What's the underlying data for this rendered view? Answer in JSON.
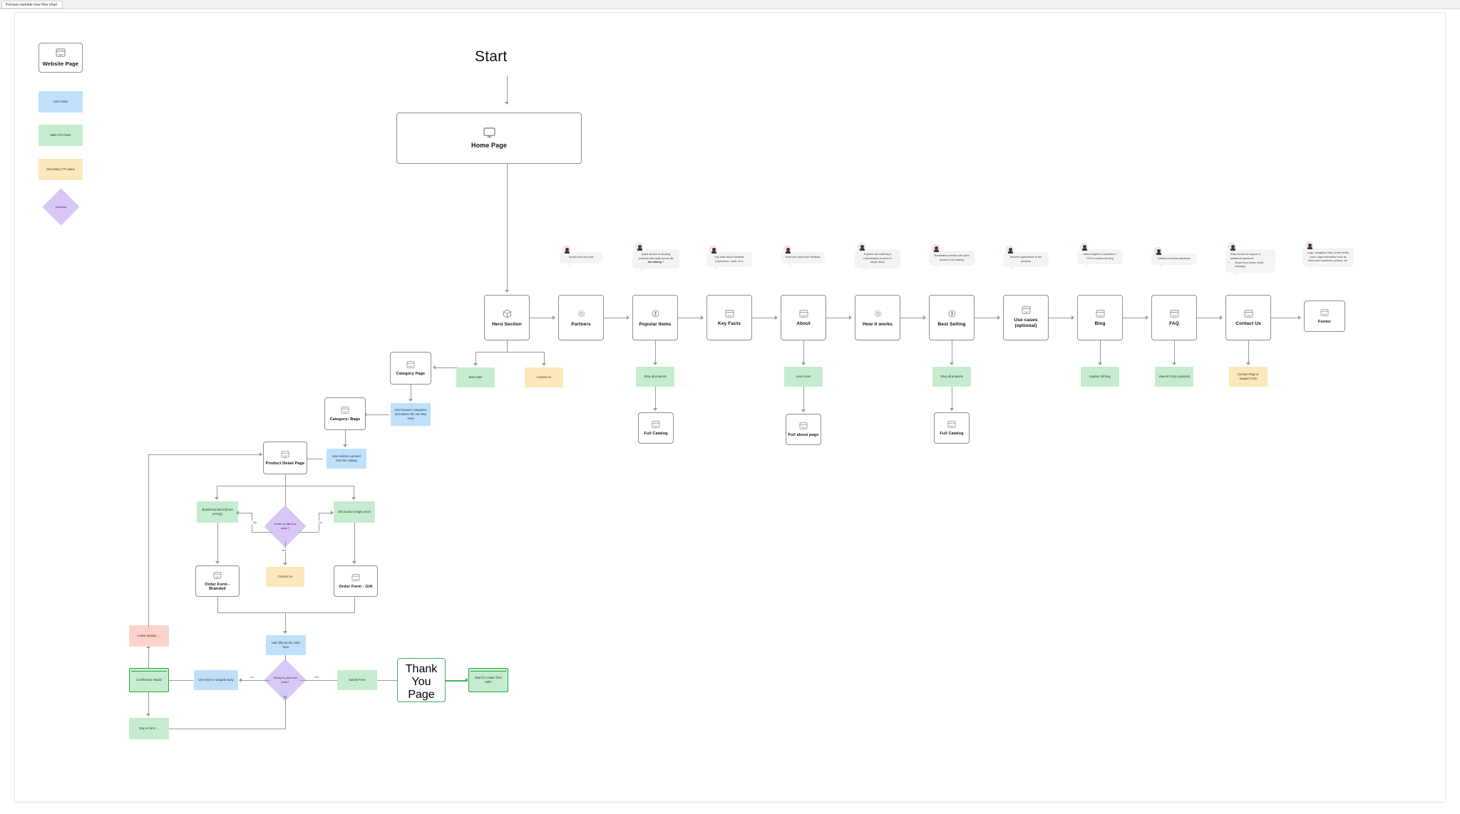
{
  "window": {
    "tab_title": "Pemaxs website new flow chart"
  },
  "legend": {
    "items": [
      {
        "label": "Website Page",
        "type": "page",
        "icon": "window-icon"
      },
      {
        "label": "User Action",
        "type": "action"
      },
      {
        "label": "Main CTA name",
        "type": "cta-main"
      },
      {
        "label": "Secondary CTA name",
        "type": "cta-sec"
      },
      {
        "label": "Decision",
        "type": "diamond"
      }
    ]
  },
  "headings": {
    "start": "Start"
  },
  "nodes": {
    "home_page": "Home Page",
    "hero_section": "Hero Section",
    "partners": "Partners",
    "popular_items": "Popular Items",
    "key_facts": "Key Facts",
    "about": "About",
    "how_it_works": "How it works",
    "best_selling": "Best Selling",
    "use_cases": "Use cases (optional)",
    "blog": "Blog",
    "faq": "FAQ",
    "contact_us_page": "Contact Us",
    "footer": "Footer",
    "full_catalog_popular": "Full Catalog",
    "full_about_page": "Full about page",
    "full_catalog_best": "Full Catalog",
    "category_page": "Category Page",
    "category_bags": "Category: Bags",
    "product_detail_page": "Product Detail Page",
    "order_form_branded": "Order Form - Branded",
    "order_form_gift": "Order Form - Gift",
    "thank_you_page": "Thank You Page",
    "confirmation_modal": "Confirmation Modal",
    "wait_for_contact": "Wait for contact from seller"
  },
  "ctas": {
    "start_order": "Start order",
    "contact_us_hero": "Contact Us",
    "shop_all_products_popular": "Shop all products",
    "learn_more": "Learn more",
    "shop_all_products_best": "Shop all products",
    "explore_full_blog": "Explore full blog",
    "view_all_faqs": "View All FAQs (optional)",
    "contact_page_support": "Contact Page or Support Form",
    "branded_product": "Branded product (tiered pricing)",
    "gift_product": "Gift product (single price)",
    "contact_us_decision": "Contact Us",
    "submit_form": "Submit Form",
    "leave_anyway": "Leave anyway →",
    "stay_on_form": "Stay on form →"
  },
  "actions": {
    "browse_categories": "User browses categories and selects the one they need",
    "select_product": "User selects a product from the catalog",
    "fill_order_form": "User fills out the order form",
    "navigate_away": "User tries to navigate away"
  },
  "decisions": {
    "prefer_seller": "Prefer to talk to a seller?",
    "ready_order": "Ready to place the order?"
  },
  "edge_labels": {
    "no_left": "No",
    "no_right": "No",
    "yes_down": "Yes",
    "no_nav": "No",
    "yes_submit": "Yes"
  },
  "comments": {
    "partners": "Social proof and trust",
    "popular_items_a": "Quick access to trending products with quick access",
    "popular_items_b": "to full catalog",
    "popular_items_mark": "?",
    "key_facts": "Key stats about Partkaas (experience, scale, etc.)",
    "about": "Short intro about the Partkaas",
    "how_it_works": "Explains the ordering & customization process in simple steps",
    "best_selling": "Bestsellers preview with quick access to full catalog",
    "use_cases": "Real-life applications of the products",
    "blog": "Latest insights & inspiration + CTA to explore full blog",
    "faq": "Address common questions",
    "contact_us": "Easy access to support or additional questions",
    "contact_us_bullet": "Simple form (name, email, message)",
    "footer": "Logo, navigation links, social media icons, legal information such as terms and conditions, policies, etc."
  },
  "colors": {
    "action": "#bfe0fb",
    "cta_main": "#c6ecd0",
    "cta_secondary": "#fbe8bd",
    "decision": "#d8c8f7",
    "danger": "#fbd3cc",
    "page_border": "#8f8f8f",
    "green_accent": "#3cb563",
    "connector": "#9b9b9b"
  }
}
